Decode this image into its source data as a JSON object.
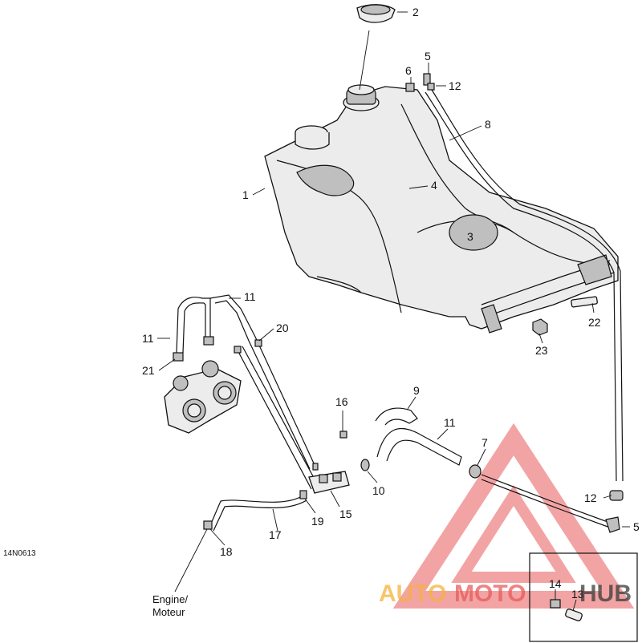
{
  "diagram_code": "14N0613",
  "engine_label_line1": "Engine/",
  "engine_label_line2": "Moteur",
  "callouts": {
    "c1": "1",
    "c2": "2",
    "c3": "3",
    "c4": "4",
    "c5a": "5",
    "c5b": "5",
    "c6": "6",
    "c7": "7",
    "c8": "8",
    "c9": "9",
    "c10": "10",
    "c11a": "11",
    "c11b": "11",
    "c11c": "11",
    "c12a": "12",
    "c12b": "12",
    "c13": "13",
    "c14": "14",
    "c15": "15",
    "c16": "16",
    "c17": "17",
    "c18": "18",
    "c19": "19",
    "c20": "20",
    "c21": "21",
    "c22": "22",
    "c23": "23"
  },
  "watermark": {
    "part1": "AUTO",
    "part2": "MOTO",
    "part3": "HUB",
    "color_orange": "#f5b23c",
    "color_red": "#e85a5a",
    "color_gray": "#3a3a3a"
  }
}
